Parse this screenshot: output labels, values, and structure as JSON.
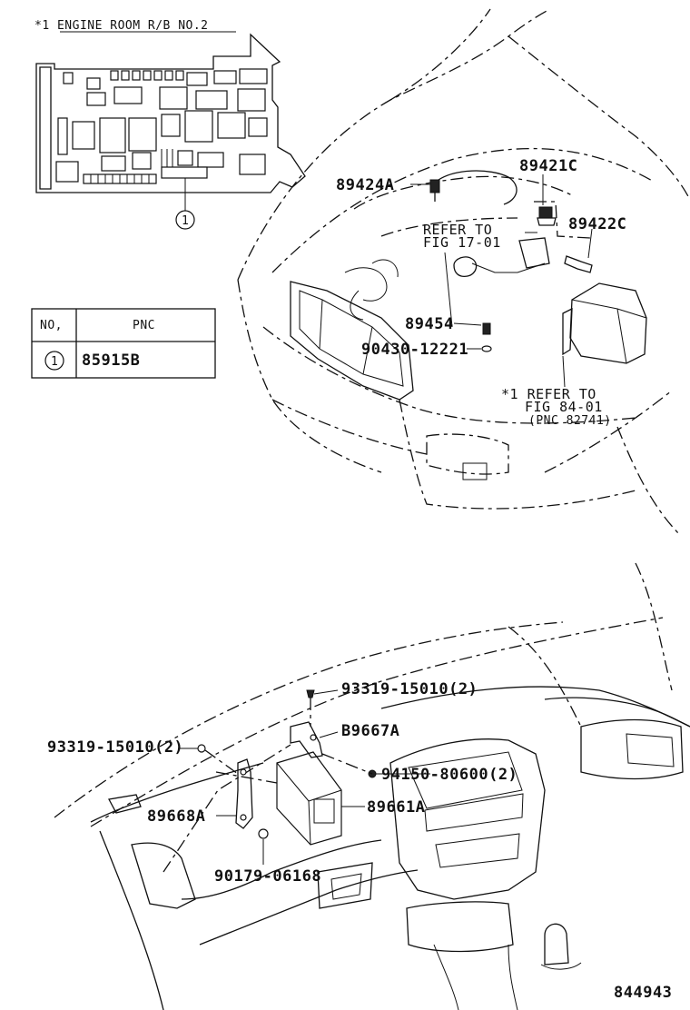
{
  "header": {
    "note_title": "*1 ENGINE ROOM R/B NO.2"
  },
  "table": {
    "col_no": "NO,",
    "col_pnc": "PNC",
    "row_marker": "1",
    "row_pnc": "85915B"
  },
  "callout_marker": "1",
  "labels": {
    "p89424A": "89424A",
    "p89421C": "89421C",
    "p89422C": "89422C",
    "refer1_line1": "REFER TO",
    "refer1_line2": "FIG 17-01",
    "p89454": "89454",
    "p90430": "90430-12221",
    "refer2_line1": "*1 REFER TO",
    "refer2_line2": "FIG 84-01",
    "refer2_line3": "(PNC 82741)",
    "p93319_top": "93319-15010(2)",
    "p89667A": "B9667A",
    "p93319_left": "93319-15010(2)",
    "p94150": "94150-80600(2)",
    "p89668A": "89668A",
    "p89661A": "89661A",
    "p90179": "90179-06168"
  },
  "figure_number": "844943"
}
